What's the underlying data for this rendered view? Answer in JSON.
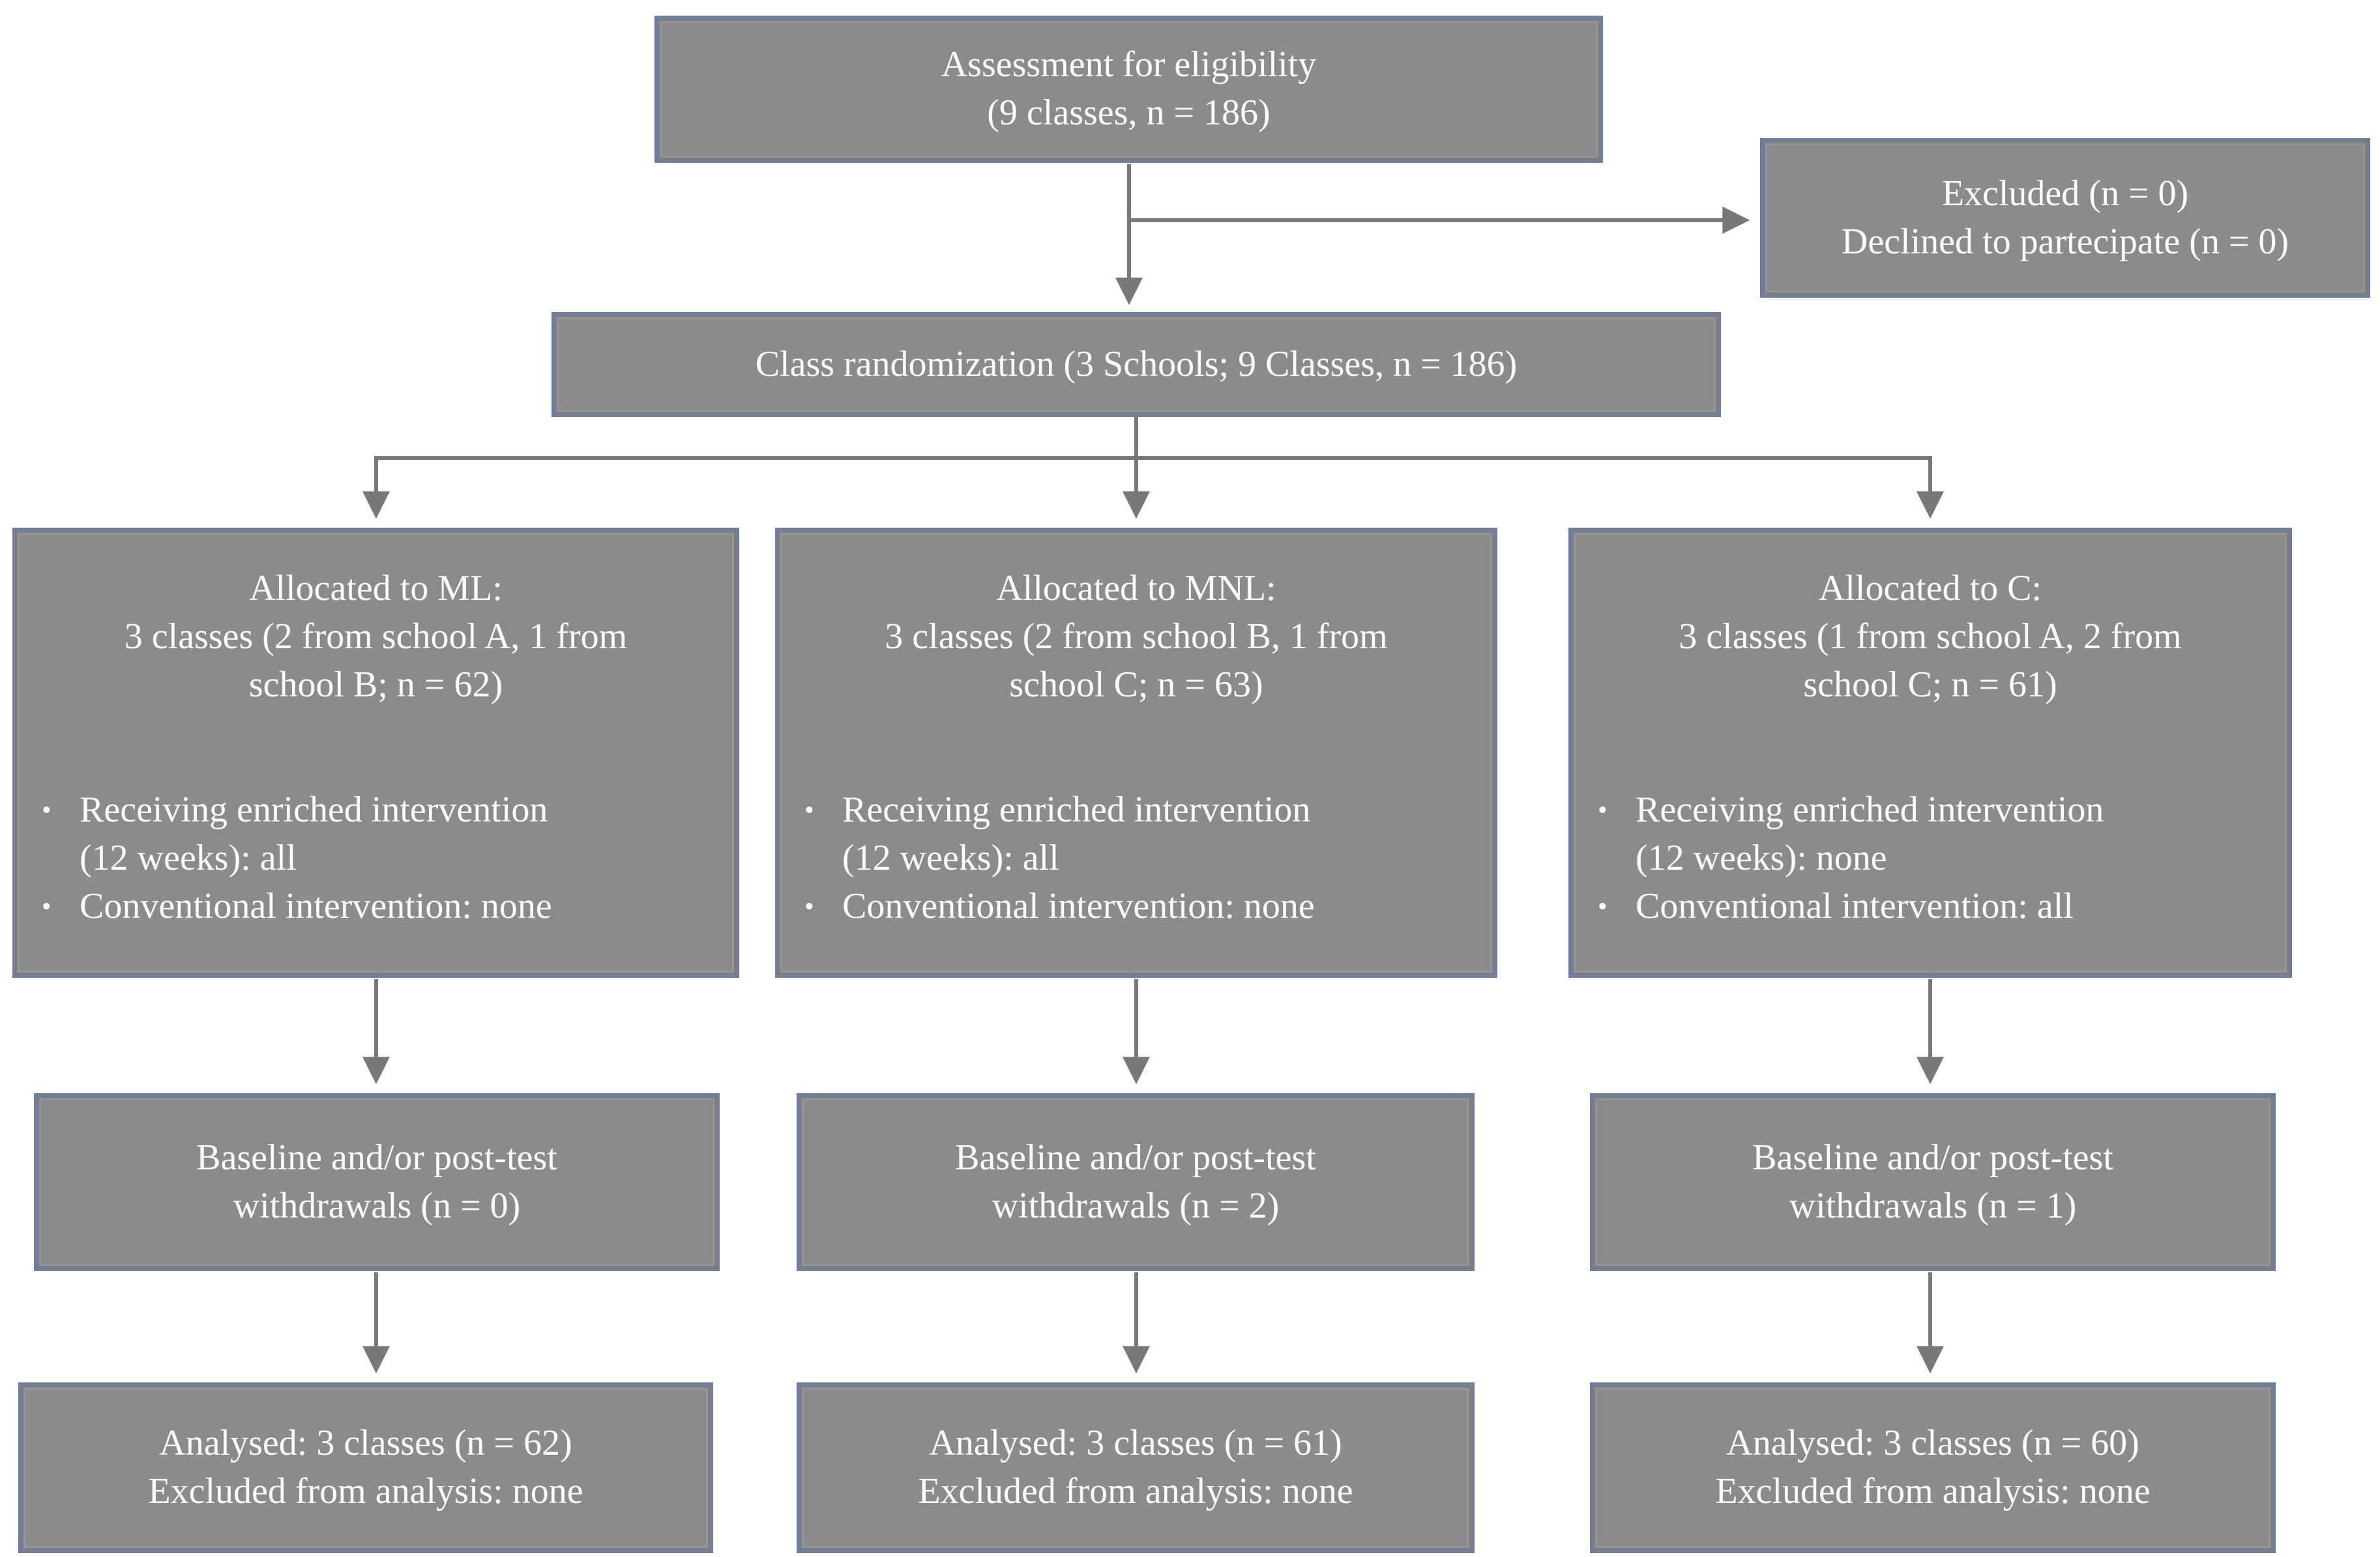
{
  "figure": {
    "type": "consort-flow-diagram",
    "bullet_glyph": "•",
    "colors": {
      "box_fill": "#8b8b8b",
      "box_border": "#6f7e9e",
      "text": "#fcfcfc",
      "arrow": "#787878",
      "background": "#ffffff"
    },
    "assessment": {
      "lines": [
        "Assessment for eligibility",
        "(9 classes, n = 186)"
      ]
    },
    "excluded": {
      "lines": [
        "Excluded (n = 0)",
        "Declined to partecipate (n = 0)"
      ]
    },
    "randomization": {
      "lines": [
        "Class randomization (3 Schools; 9 Classes, n = 186)"
      ]
    },
    "columns": [
      {
        "id": "ML",
        "allocation": {
          "title_lines": [
            "Allocated to ML:",
            "3 classes (2 from school A, 1 from",
            "school B; n = 62)"
          ],
          "bullets": [
            [
              "Receiving enriched intervention",
              "(12 weeks): all"
            ],
            [
              "Conventional intervention: none"
            ]
          ]
        },
        "withdrawal": {
          "lines": [
            "Baseline and/or post-test",
            "withdrawals (n = 0)"
          ]
        },
        "analysed": {
          "lines": [
            "Analysed: 3 classes (n = 62)",
            "Excluded from analysis: none"
          ]
        }
      },
      {
        "id": "MNL",
        "allocation": {
          "title_lines": [
            "Allocated to MNL:",
            "3 classes (2 from school B, 1 from",
            "school C; n = 63)"
          ],
          "bullets": [
            [
              "Receiving enriched intervention",
              "(12 weeks): all"
            ],
            [
              "Conventional intervention: none"
            ]
          ]
        },
        "withdrawal": {
          "lines": [
            "Baseline and/or post-test",
            "withdrawals (n = 2)"
          ]
        },
        "analysed": {
          "lines": [
            "Analysed: 3 classes (n = 61)",
            "Excluded from analysis: none"
          ]
        }
      },
      {
        "id": "C",
        "allocation": {
          "title_lines": [
            "Allocated to C:",
            "3 classes (1 from school A, 2 from",
            "school C; n = 61)"
          ],
          "bullets": [
            [
              "Receiving enriched intervention",
              "(12 weeks): none"
            ],
            [
              "Conventional intervention: all"
            ]
          ]
        },
        "withdrawal": {
          "lines": [
            "Baseline and/or post-test",
            "withdrawals (n = 1)"
          ]
        },
        "analysed": {
          "lines": [
            "Analysed: 3 classes (n = 60)",
            "Excluded from analysis: none"
          ]
        }
      }
    ]
  }
}
